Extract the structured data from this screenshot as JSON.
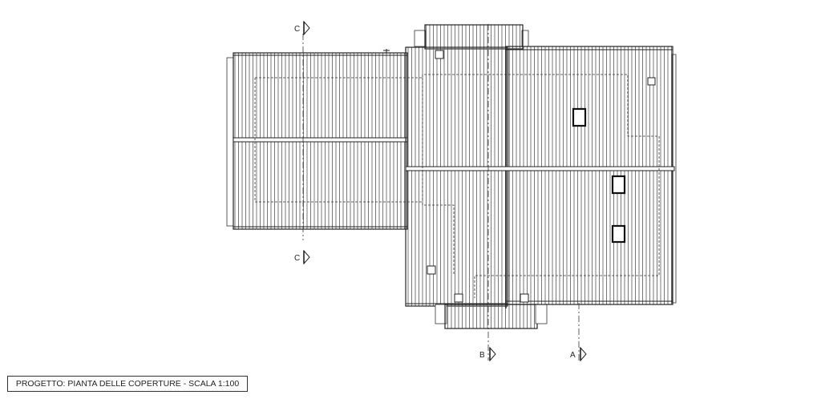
{
  "title_block": {
    "text": "PROGETTO:  PIANTA DELLE COPERTURE  -  SCALA 1:100"
  },
  "section_markers": {
    "c_top": "C",
    "c_bottom": "C",
    "b": "B",
    "a": "A"
  },
  "drawing": {
    "line_color": "#222222",
    "hatch_color": "#555555"
  }
}
